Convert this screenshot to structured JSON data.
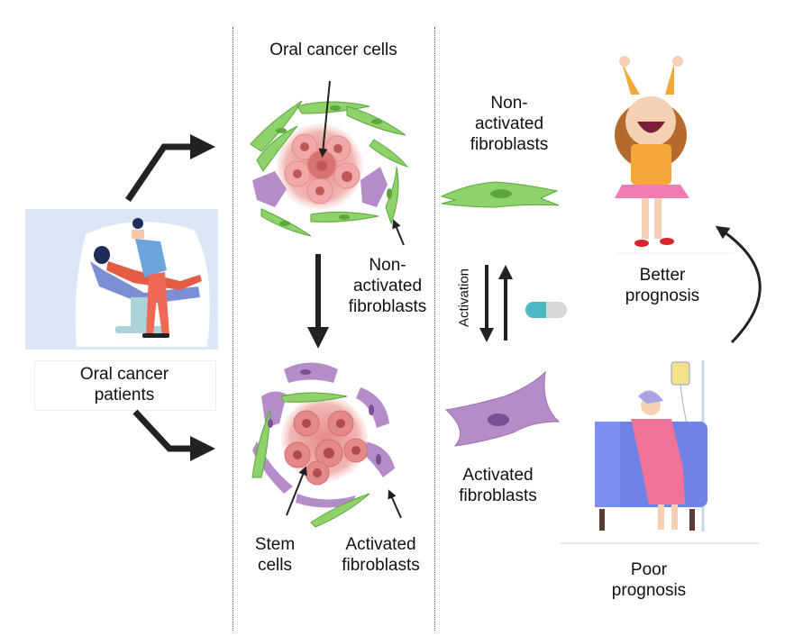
{
  "diagram": {
    "title": "Oral cancer fibroblast activation and prognosis",
    "colors": {
      "fibroblast_green": "#8fd16a",
      "fibroblast_green_dark": "#5aa83a",
      "fibroblast_purple": "#b48cc8",
      "fibroblast_purple_dark": "#7a4f94",
      "cancer_cell": "#e89a9a",
      "cancer_nucleus": "#c0585a",
      "arrow": "#222222",
      "pill_teal": "#4bb8c4",
      "pill_grey": "#d8d8d8",
      "panel_bg": "#dbe7f7"
    },
    "left_panel": {
      "illustration": "dentist-examining-patient",
      "caption": [
        "Oral cancer",
        "patients"
      ]
    },
    "middle_panel": {
      "top_label": "Oral cancer cells",
      "top_side_label": [
        "Non-",
        "activated",
        "fibroblasts"
      ],
      "bottom_label_left": [
        "Stem",
        "cells"
      ],
      "bottom_label_right": [
        "Activated",
        "fibroblasts"
      ]
    },
    "right_column": {
      "top_label": [
        "Non-",
        "activated",
        "fibroblasts"
      ],
      "activation_label": "Activation",
      "bottom_label": [
        "Activated",
        "fibroblasts"
      ],
      "drug_icon": "capsule-pill"
    },
    "outcomes": {
      "better": [
        "Better",
        "prognosis"
      ],
      "poor": [
        "Poor",
        "prognosis"
      ],
      "better_illustration": "happy-child",
      "poor_illustration": "patient-on-iv-drip"
    }
  }
}
